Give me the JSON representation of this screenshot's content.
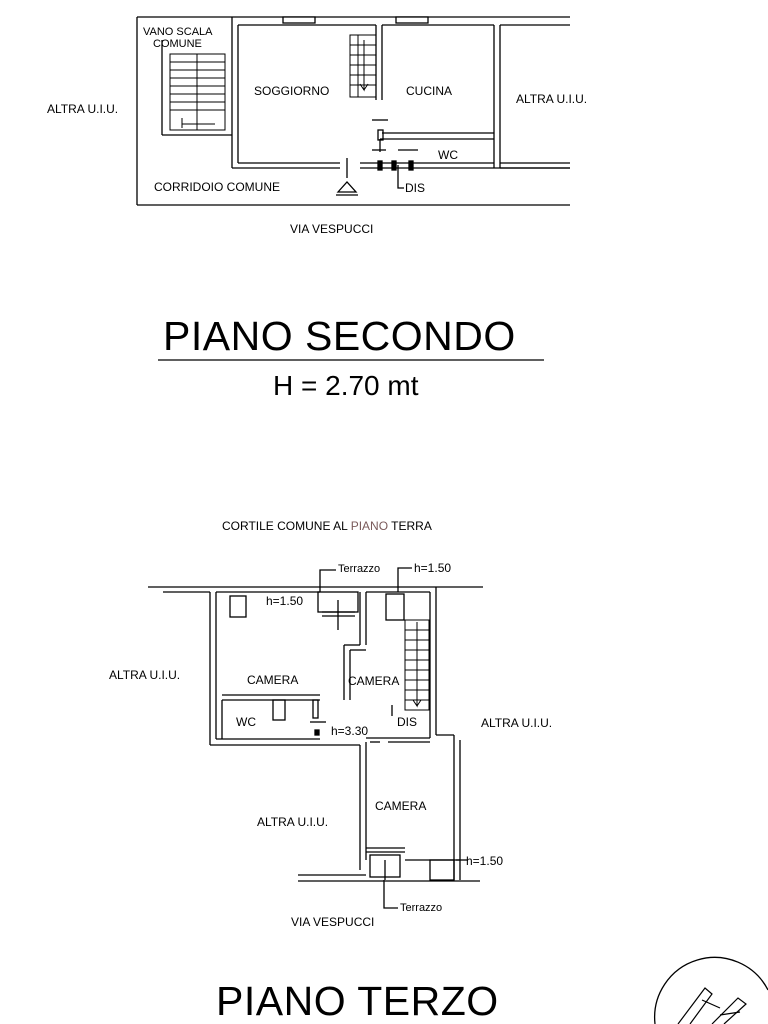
{
  "piano_secondo": {
    "title": "PIANO SECONDO",
    "height_note": "H = 2.70 mt",
    "labels": {
      "vano_scala_1": "VANO SCALA",
      "vano_scala_2": "COMUNE",
      "altra_left": "ALTRA U.I.U.",
      "altra_right": "ALTRA U.I.U.",
      "soggiorno": "SOGGIORNO",
      "cucina": "CUCINA",
      "wc": "WC",
      "corridoio": "CORRIDOIO COMUNE",
      "dis": "DIS",
      "via": "VIA VESPUCCI"
    }
  },
  "piano_terzo": {
    "title": "PIANO TERZO",
    "labels": {
      "cortile_a": "CORTILE COMUNE AL ",
      "cortile_b": "PIANO",
      "cortile_c": " TERRA",
      "terrazzo_top": "Terrazzo",
      "h150_a": "h=1.50",
      "h150_b": "h=1.50",
      "h150_c": "h=1.50",
      "altra_left": "ALTRA U.I.U.",
      "altra_right": "ALTRA U.I.U.",
      "altra_bottom": "ALTRA U.I.U.",
      "camera_1": "CAMERA",
      "camera_2": "CAMERA",
      "camera_3": "CAMERA",
      "wc": "WC",
      "h330": "h=3.30",
      "dis": "DIS",
      "terrazzo_bottom": "Terrazzo",
      "via": "VIA VESPUCCI"
    }
  },
  "colors": {
    "line": "#000000",
    "cortile_accent": "#7a5a5a"
  }
}
